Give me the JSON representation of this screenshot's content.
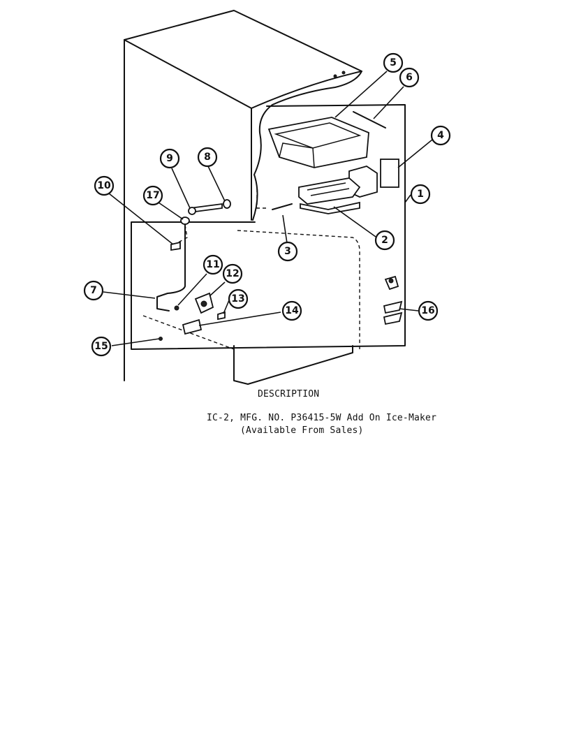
{
  "callouts": [
    "1",
    "2",
    "3",
    "4",
    "5",
    "6",
    "7",
    "8",
    "9",
    "10",
    "11",
    "12",
    "13",
    "14",
    "15",
    "16",
    "17"
  ],
  "description": {
    "heading": "DESCRIPTION",
    "line1": "IC-2, MFG. NO. P36415-5W Add On Ice-Maker",
    "line2": "(Available From Sales)"
  }
}
